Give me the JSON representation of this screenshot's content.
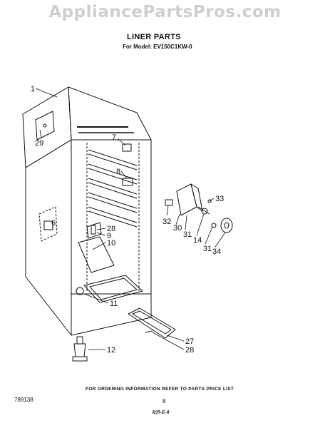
{
  "watermark": "AppliancePartsPros.com",
  "header": {
    "title": "LINER PARTS",
    "model_line": "For Model: EV150C1KW-0"
  },
  "callouts": {
    "c1": "1",
    "c29": "29",
    "c7": "7",
    "c8": "8",
    "c33": "33",
    "c32": "32",
    "c30": "30",
    "c31a": "31",
    "c14": "14",
    "c31b": "31",
    "c34": "34",
    "c6": "6",
    "c28a": "28",
    "c9": "9",
    "c10": "10",
    "c11": "11",
    "c27": "27",
    "c28b": "28",
    "c12": "12"
  },
  "footer": {
    "ordering_note": "FOR ORDERING INFORMATION REFER TO PARTS PRICE LIST",
    "doc_number": "789138",
    "page_number": "8",
    "revision": "A99-E-8"
  },
  "colors": {
    "line": "#111111",
    "watermark": "#cfcfcf"
  }
}
